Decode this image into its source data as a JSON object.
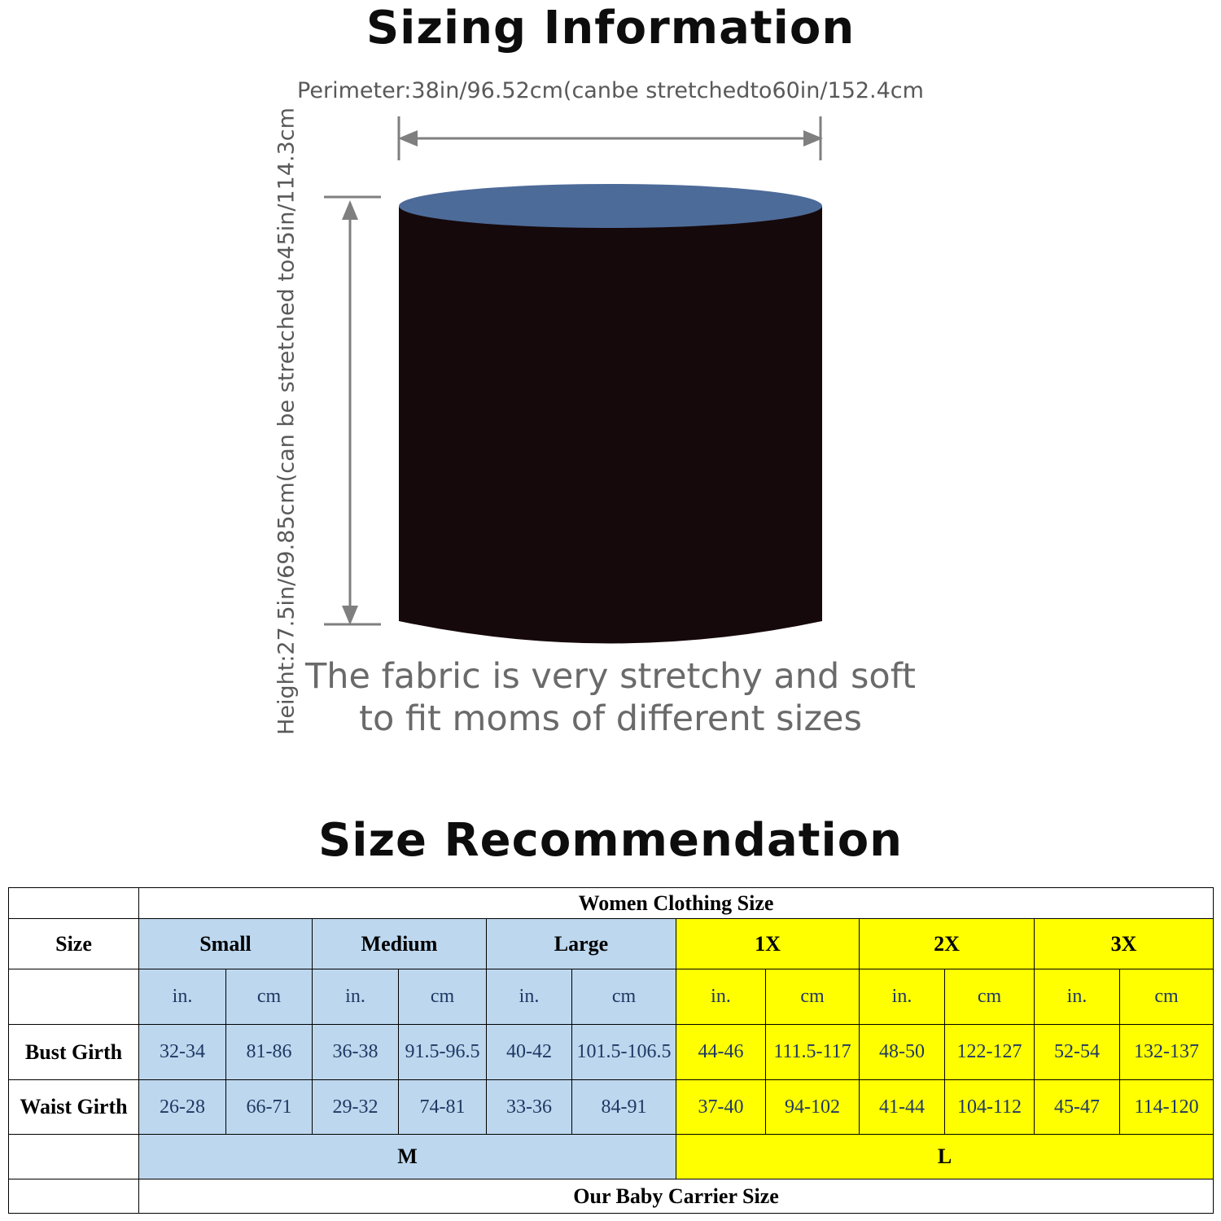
{
  "sizing_section": {
    "title": "Sizing Information",
    "perimeter_label": "Perimeter:38in/96.52cm(canbe stretchedto60in/152.4cm",
    "height_label": "Height:27.5in/69.85cm(can be stretched to45in/114.3cm",
    "caption_line1": "The fabric is very stretchy and soft",
    "caption_line2": "to fit moms of different sizes",
    "colors": {
      "cylinder_top": "#4d6b99",
      "cylinder_body": "#16090b",
      "arrow": "#7f7f7f",
      "label_text": "#595959",
      "caption_text": "#6a6a6a"
    }
  },
  "recommendation_section": {
    "title": "Size Recommendation",
    "table": {
      "top_header": "Women Clothing Size",
      "size_label": "Size",
      "group_headers": [
        "Small",
        "Medium",
        "Large",
        "1X",
        "2X",
        "3X"
      ],
      "unit_headers": [
        "in.",
        "cm",
        "in.",
        "cm",
        "in.",
        "cm",
        "in.",
        "cm",
        "in.",
        "cm",
        "in.",
        "cm"
      ],
      "rows": [
        {
          "label": "Bust Girth",
          "values": [
            "32-34",
            "81-86",
            "36-38",
            "91.5-96.5",
            "40-42",
            "101.5-106.5",
            "44-46",
            "111.5-117",
            "48-50",
            "122-127",
            "52-54",
            "132-137"
          ]
        },
        {
          "label": "Waist Girth",
          "values": [
            "26-28",
            "66-71",
            "29-32",
            "74-81",
            "33-36",
            "84-91",
            "37-40",
            "94-102",
            "41-44",
            "104-112",
            "45-47",
            "114-120"
          ]
        }
      ],
      "carrier_sizes": [
        "M",
        "L"
      ],
      "bottom_header": "Our Baby Carrier Size",
      "colors": {
        "blue_fill": "#bdd7ee",
        "yellow_fill": "#ffff00",
        "value_text": "#1f3864"
      }
    }
  }
}
